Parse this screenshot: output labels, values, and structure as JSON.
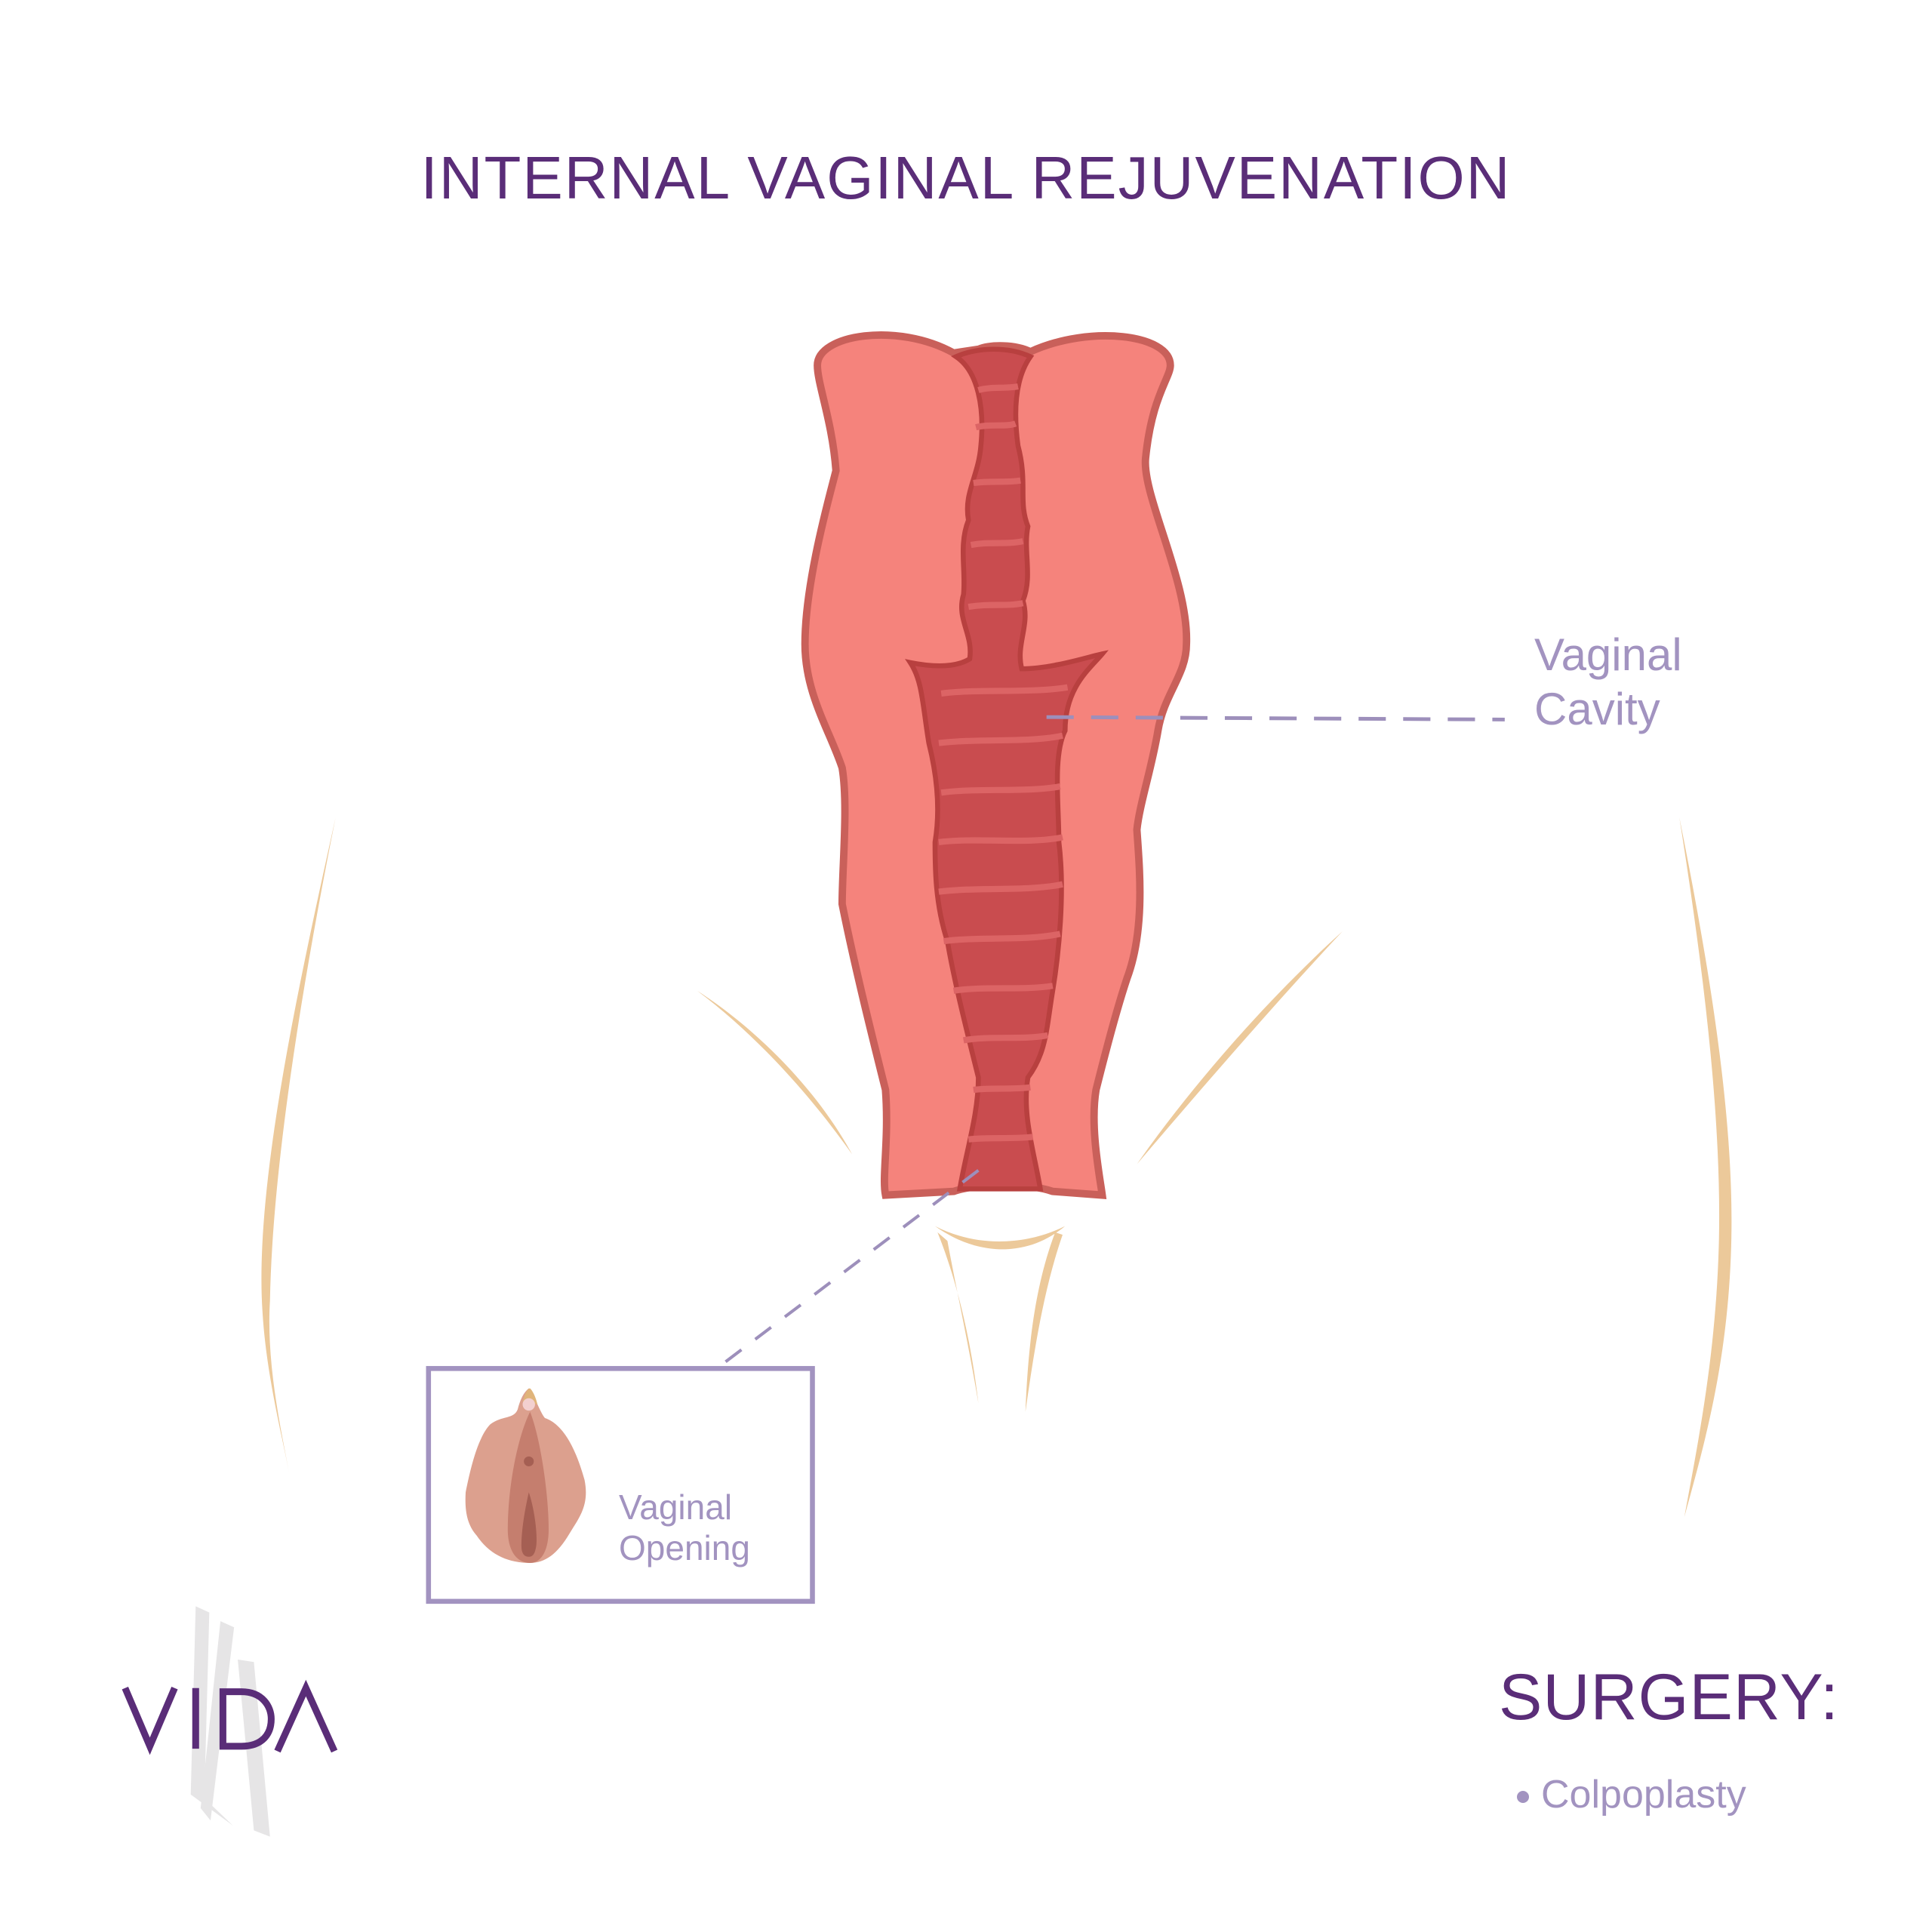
{
  "title": "INTERNAL VAGINAL REJUVENATION",
  "labels": {
    "cavity_line1": "Vaginal",
    "cavity_line2": "Cavity",
    "opening_line1": "Vaginal",
    "opening_line2": "Opening"
  },
  "logo": {
    "text": "VIDA"
  },
  "surgery": {
    "heading": "SURGERY:",
    "items": [
      "Colpoplasty"
    ]
  },
  "colors": {
    "brand_purple": "#5a2d78",
    "label_lavender": "#a293c0",
    "tissue": "#f5837c",
    "canal": "#c94c4f",
    "skin_line": "#ecc99a"
  }
}
